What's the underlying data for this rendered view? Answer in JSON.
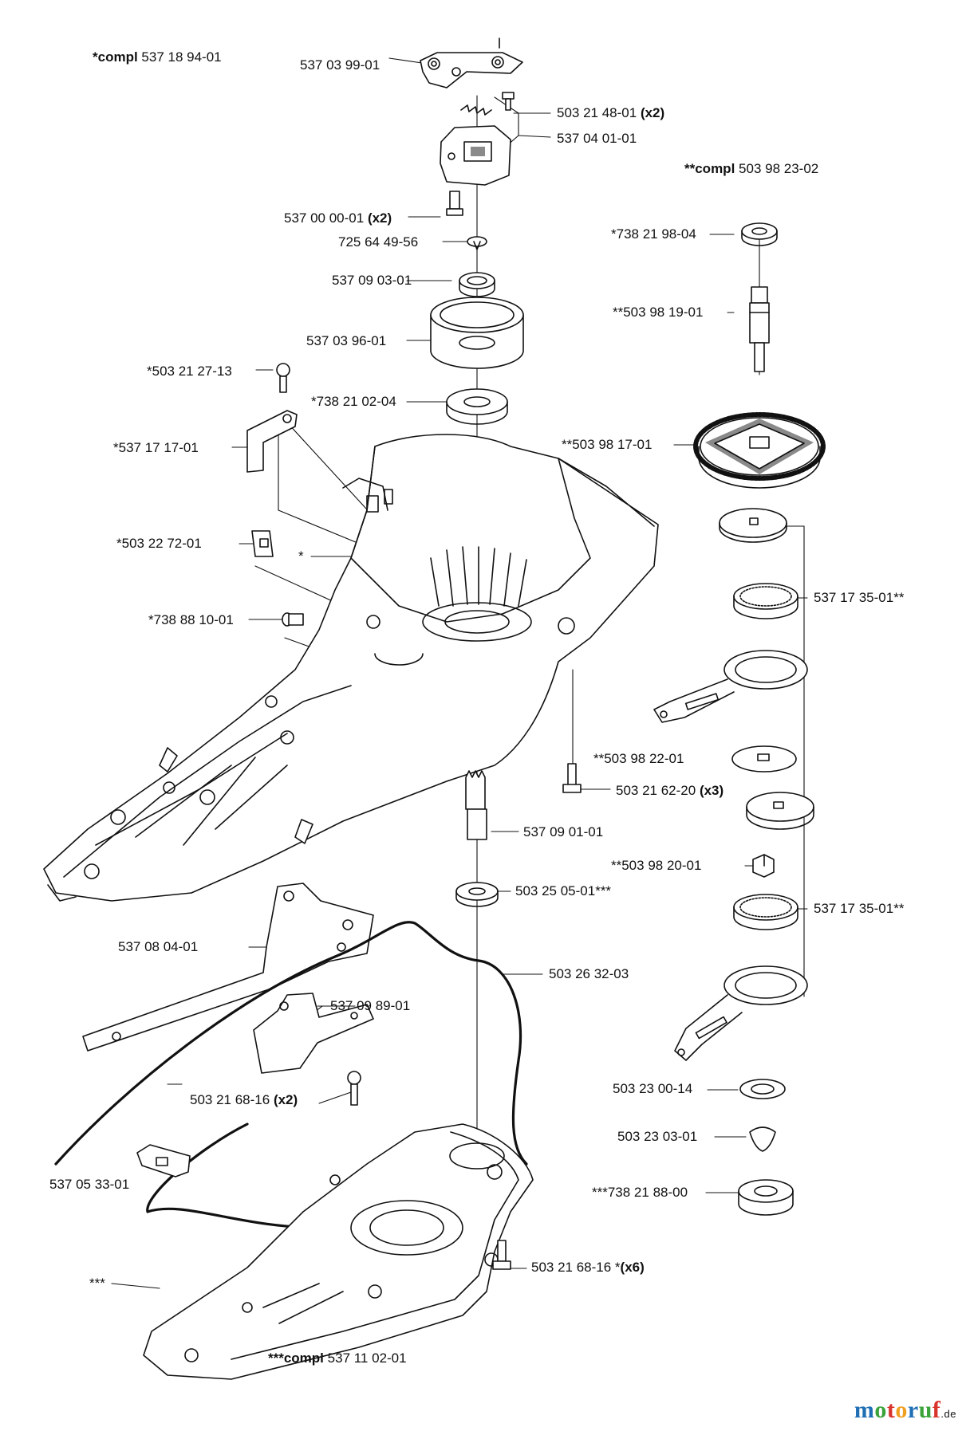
{
  "assemblies": {
    "top": {
      "prefix": "*compl",
      "number": "537 18 94-01"
    },
    "right": {
      "prefix": "**compl",
      "number": "503 98 23-02"
    },
    "bottom": {
      "prefix": "***compl",
      "number": "537 11 02-01"
    }
  },
  "labels": {
    "l1": "537 03 99-01",
    "l2": "503 21 48-01",
    "l2q": "(x2)",
    "l3": "537 04 01-01",
    "l4": "537 00 00-01",
    "l4q": "(x2)",
    "l5": "725 64 49-56",
    "l6": "537 09 03-01",
    "l7": "537 03 96-01",
    "l8": "*503 21 27-13",
    "l9": "*738 21 02-04",
    "l10": "*537 17 17-01",
    "l11": "*503 22 72-01",
    "l12": "*",
    "l13": "*738 88 10-01",
    "l14": "*738 21 98-04",
    "l15": "**503 98 19-01",
    "l16": "**503 98 17-01",
    "l17": "537 17 35-01**",
    "l18": "**503 98 22-01",
    "l19": "503 21 62-20",
    "l19q": "(x3)",
    "l20": "537 09 01-01",
    "l21": "**503 98 20-01",
    "l22": "503 25 05-01***",
    "l23": "537 17 35-01**",
    "l24": "537 08 04-01",
    "l25": "503 26 32-03",
    "l26": "537 09 89-01",
    "l27": "503 21 68-16",
    "l27q": "(x2)",
    "l28": "503 23 00-14",
    "l29": "503 23 03-01",
    "l30": "537 05 33-01",
    "l31": "***738 21 88-00",
    "l32": "503 21 68-16 *",
    "l32q": "(x6)",
    "l33": "***"
  },
  "logo": {
    "name": "motoruf",
    "tld": ".de"
  },
  "colors": {
    "ink": "#111111",
    "fill": "#ffffff",
    "shade": "#8a8a8a",
    "logo_m": "#1f6fb5",
    "logo_o1": "#3aa33a",
    "logo_t": "#d9342b",
    "logo_o2": "#f0a020",
    "logo_r": "#1f6fb5",
    "logo_u": "#3aa33a",
    "logo_f": "#d9342b"
  }
}
